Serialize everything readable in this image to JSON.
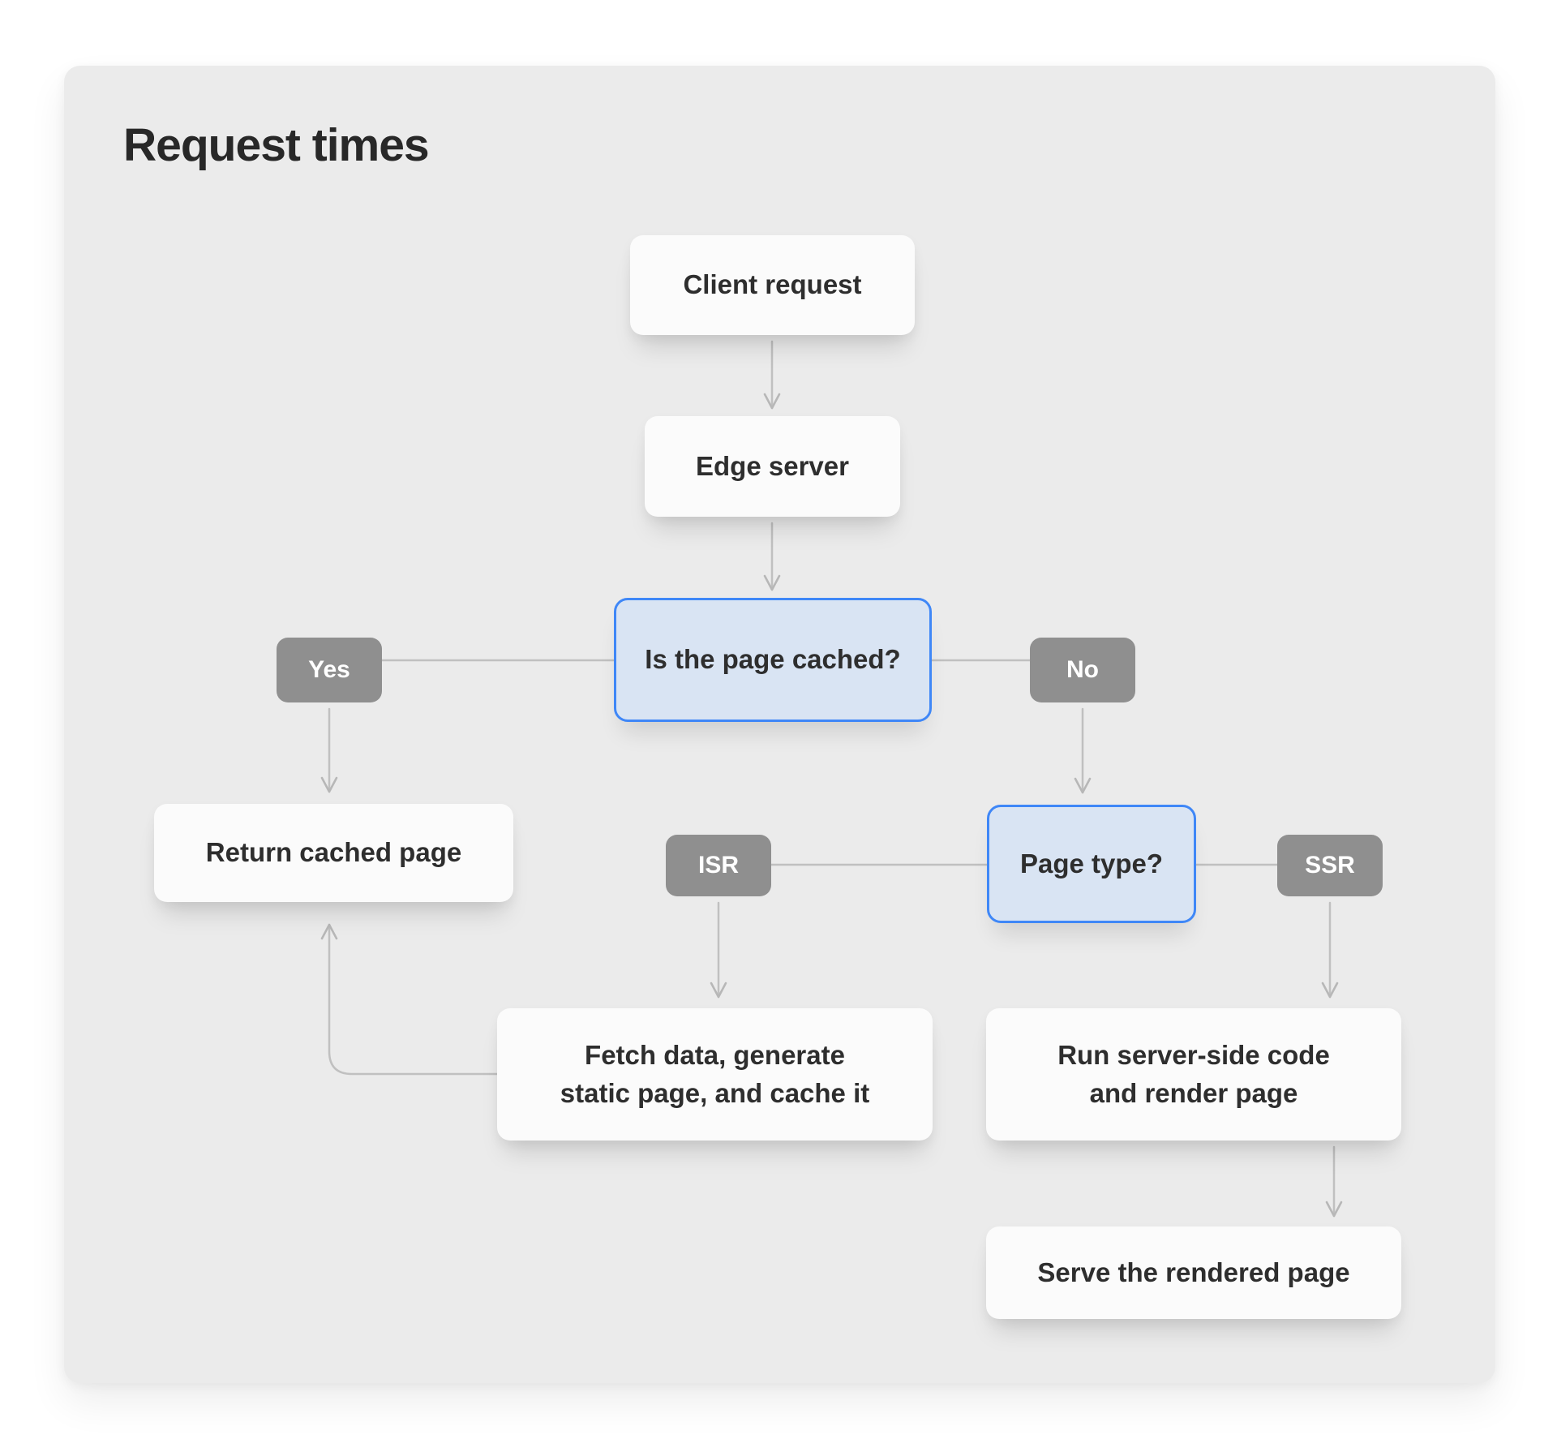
{
  "page": {
    "title": "Request times"
  },
  "colors": {
    "page_bg": "#ffffff",
    "panel_bg": "#ebebeb",
    "card_bg": "#fbfbfb",
    "decision_bg": "#d9e4f3",
    "decision_border": "#3f87f7",
    "chip_bg": "#8f8f8f",
    "chip_text": "#ffffff",
    "connector": "#bdbdbd",
    "text": "#2e2e2e",
    "title_text": "#282828"
  },
  "nodes": {
    "client_request": {
      "label": "Client request",
      "kind": "card"
    },
    "edge_server": {
      "label": "Edge server",
      "kind": "card"
    },
    "is_cached": {
      "label": "Is the page cached?",
      "kind": "decision"
    },
    "yes": {
      "label": "Yes",
      "kind": "chip"
    },
    "no": {
      "label": "No",
      "kind": "chip"
    },
    "return_cached": {
      "label": "Return cached page",
      "kind": "card"
    },
    "page_type": {
      "label": "Page type?",
      "kind": "decision"
    },
    "isr": {
      "label": "ISR",
      "kind": "chip"
    },
    "ssr": {
      "label": "SSR",
      "kind": "chip"
    },
    "fetch_generate": {
      "label": "Fetch data, generate\nstatic page, and cache it",
      "kind": "card"
    },
    "run_server": {
      "label": "Run server-side code\nand render page",
      "kind": "card"
    },
    "serve_rendered": {
      "label": "Serve the rendered page",
      "kind": "card"
    }
  },
  "edges": [
    {
      "from": "client_request",
      "to": "edge_server"
    },
    {
      "from": "edge_server",
      "to": "is_cached"
    },
    {
      "from": "is_cached",
      "to": "yes"
    },
    {
      "from": "is_cached",
      "to": "no"
    },
    {
      "from": "yes",
      "to": "return_cached"
    },
    {
      "from": "no",
      "to": "page_type"
    },
    {
      "from": "page_type",
      "to": "isr"
    },
    {
      "from": "page_type",
      "to": "ssr"
    },
    {
      "from": "isr",
      "to": "fetch_generate"
    },
    {
      "from": "ssr",
      "to": "run_server"
    },
    {
      "from": "fetch_generate",
      "to": "return_cached"
    },
    {
      "from": "run_server",
      "to": "serve_rendered"
    }
  ]
}
